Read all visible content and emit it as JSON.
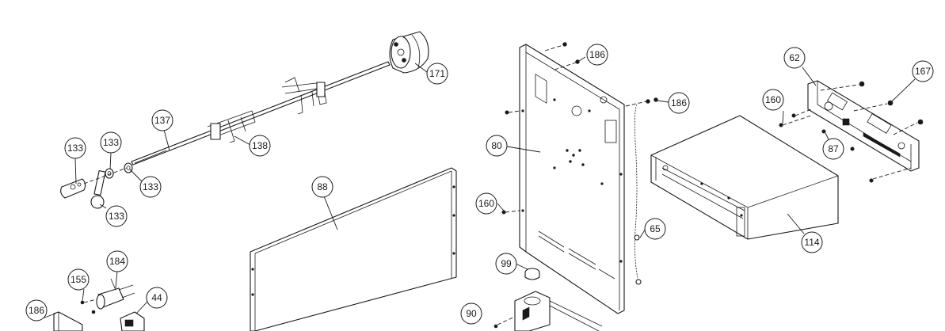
{
  "callouts": [
    {
      "id": "c186a",
      "label": "186"
    },
    {
      "id": "c186b",
      "label": "186"
    },
    {
      "id": "c186c",
      "label": "186"
    },
    {
      "id": "c171",
      "label": "171"
    },
    {
      "id": "c137",
      "label": "137"
    },
    {
      "id": "c138",
      "label": "138"
    },
    {
      "id": "c133a",
      "label": "133"
    },
    {
      "id": "c133b",
      "label": "133"
    },
    {
      "id": "c133c",
      "label": "133"
    },
    {
      "id": "c133d",
      "label": "133"
    },
    {
      "id": "c88",
      "label": "88"
    },
    {
      "id": "c80",
      "label": "80"
    },
    {
      "id": "c160a",
      "label": "160"
    },
    {
      "id": "c160b",
      "label": "160"
    },
    {
      "id": "c65",
      "label": "65"
    },
    {
      "id": "c99",
      "label": "99"
    },
    {
      "id": "c90",
      "label": "90"
    },
    {
      "id": "c62",
      "label": "62"
    },
    {
      "id": "c167",
      "label": "167"
    },
    {
      "id": "c87",
      "label": "87"
    },
    {
      "id": "c114",
      "label": "114"
    },
    {
      "id": "c184",
      "label": "184"
    },
    {
      "id": "c155",
      "label": "155"
    },
    {
      "id": "c44",
      "label": "44"
    }
  ],
  "line_color": "#1a1a1a",
  "background": "#ffffff"
}
